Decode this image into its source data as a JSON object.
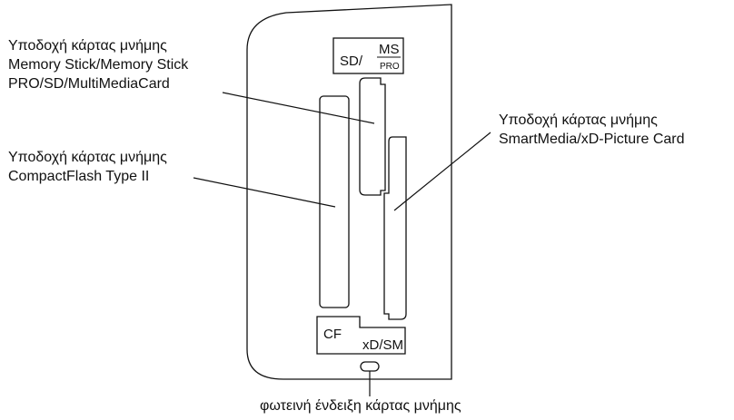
{
  "labels": {
    "ms_sd_line1": "Υποδοχή κάρτας μνήμης",
    "ms_sd_line2": "Memory Stick/Memory Stick",
    "ms_sd_line3": "PRO/SD/MultiMediaCard",
    "cf_line1": "Υποδοχή κάρτας μνήμης",
    "cf_line2": "CompactFlash Type II",
    "sm_xd_line1": "Υποδοχή κάρτας μνήμης",
    "sm_xd_line2": "SmartMedia/xD-Picture Card",
    "led": "φωτεινή ένδειξη κάρτας μνήμης"
  },
  "panel_marks": {
    "sd": "SD/",
    "ms": "MS",
    "pro": "PRO",
    "cf": "CF",
    "xdsm": "xD/SM"
  }
}
